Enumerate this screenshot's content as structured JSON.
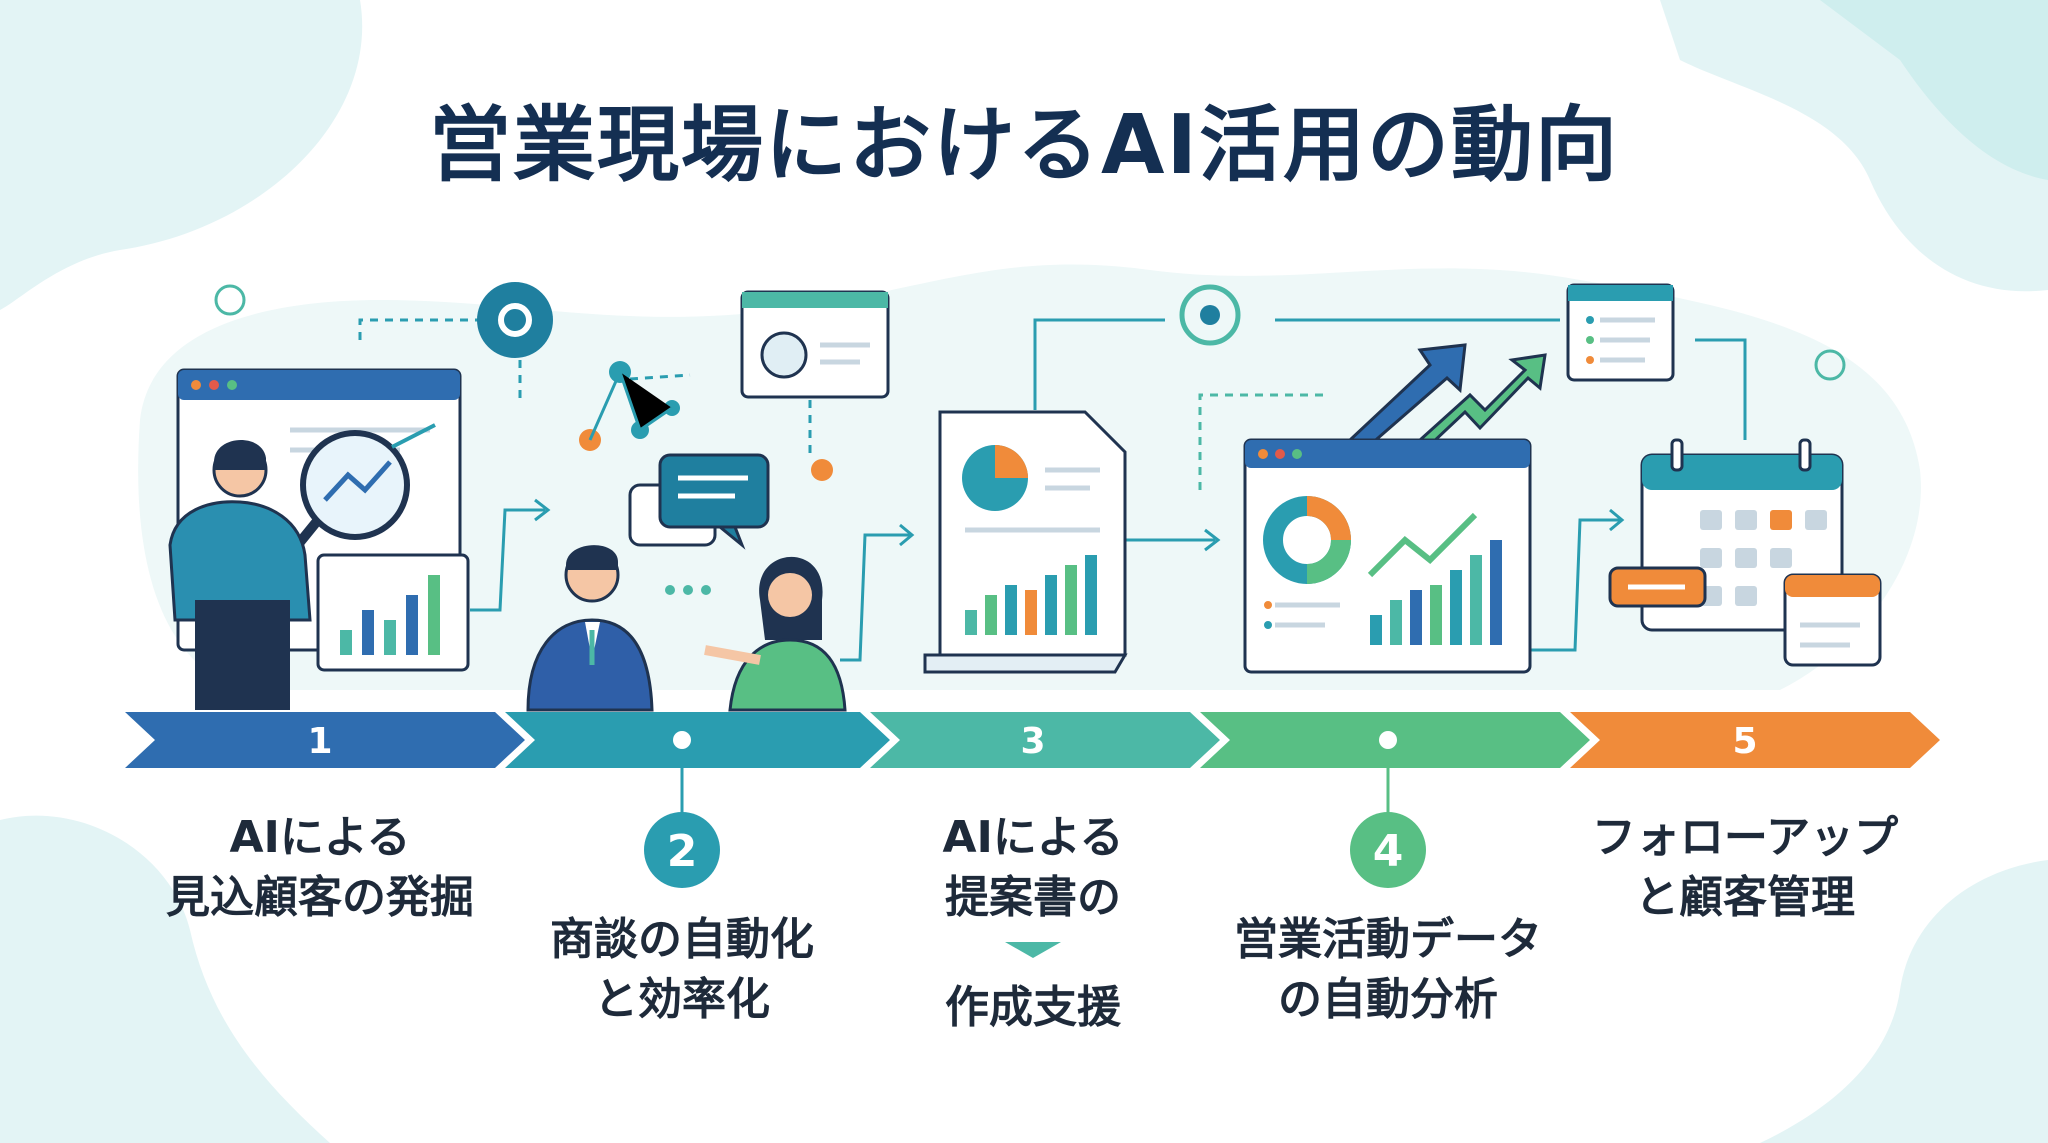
{
  "title": "営業現場におけるAI活用の動向",
  "colors": {
    "title": "#142f52",
    "step1": "#2f6db0",
    "step2": "#2a9db0",
    "step3": "#4cb8a6",
    "step4": "#58bf84",
    "step5": "#f08b3a",
    "background_blob": "#e3f4f5"
  },
  "steps": [
    {
      "number": "1",
      "label_line1": "AIによる",
      "label_line2": "見込顧客の発掘",
      "icon": "analyst-magnifier-chart-icon"
    },
    {
      "number": "2",
      "label_line1": "商談の自動化",
      "label_line2": "と効率化",
      "icon": "business-conversation-icon"
    },
    {
      "number": "3",
      "label_line1": "AIによる",
      "label_line2": "提案書の",
      "label_line3": "作成支援",
      "icon": "proposal-document-icon"
    },
    {
      "number": "4",
      "label_line1": "営業活動データ",
      "label_line2": "の自動分析",
      "icon": "analytics-dashboard-icon"
    },
    {
      "number": "5",
      "label_line1": "フォローアップ",
      "label_line2": "と顧客管理",
      "icon": "calendar-followup-icon"
    }
  ]
}
